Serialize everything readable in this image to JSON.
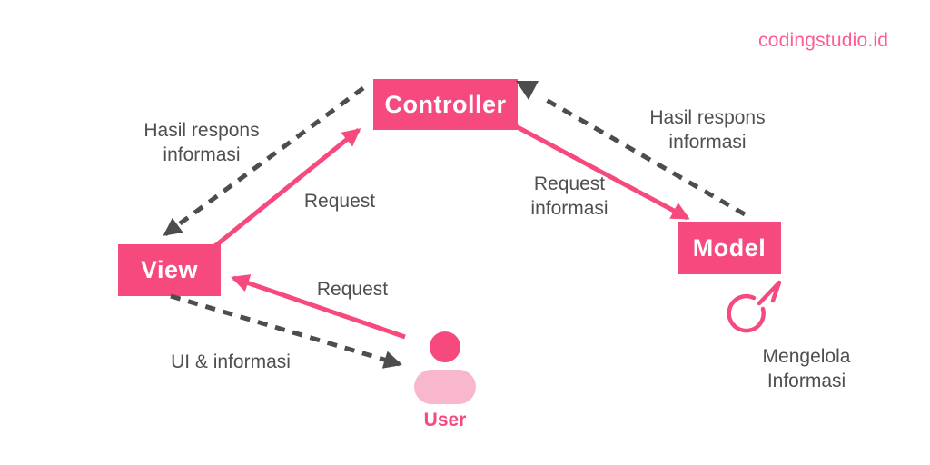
{
  "brand": {
    "label": "codingstudio.id",
    "color": "#FF5C8F"
  },
  "colors": {
    "pink": "#F6497E",
    "pink_light": "#F8B7CD",
    "gray_text": "#4F4F4F",
    "gray_line": "#4D4D4D"
  },
  "nodes": {
    "controller": {
      "label": "Controller"
    },
    "view": {
      "label": "View"
    },
    "model": {
      "label": "Model"
    },
    "user": {
      "label": "User"
    }
  },
  "edges": {
    "controller_to_view": {
      "from": "Controller",
      "to": "View",
      "style": "dashed",
      "label": "Hasil respons\ninformasi"
    },
    "view_to_controller": {
      "from": "View",
      "to": "Controller",
      "style": "solid",
      "label": "Request"
    },
    "controller_to_model": {
      "from": "Controller",
      "to": "Model",
      "style": "solid",
      "label": "Request\ninformasi"
    },
    "model_to_controller": {
      "from": "Model",
      "to": "Controller",
      "style": "dashed",
      "label": "Hasil respons\ninformasi"
    },
    "user_to_view": {
      "from": "User",
      "to": "View",
      "style": "solid",
      "label": "Request"
    },
    "view_to_user": {
      "from": "View",
      "to": "User",
      "style": "dashed",
      "label": "UI & informasi"
    },
    "model_self_loop": {
      "from": "Model",
      "to": "Model",
      "style": "loop",
      "label": "Mengelola\nInformasi"
    }
  }
}
